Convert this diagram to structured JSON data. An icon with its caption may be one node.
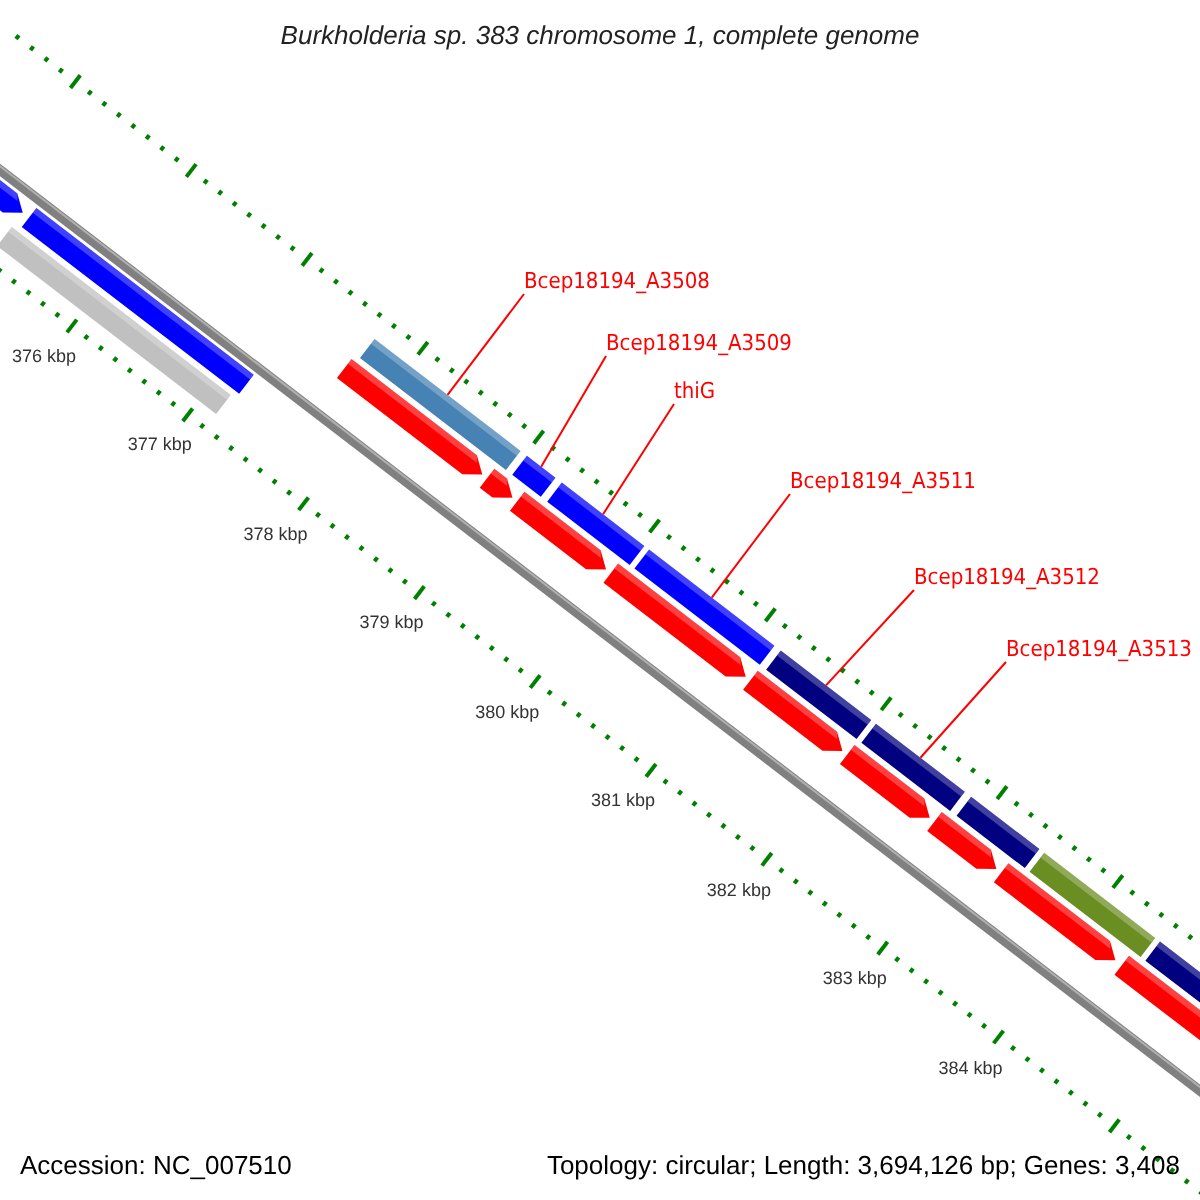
{
  "diagram": {
    "title": "Burkholderia sp. 383 chromosome 1, complete genome",
    "nodes": [
      {
        "text": [
          "Bcep18194_A3508"
        ]
      },
      {
        "text": [
          "Bcep18194_A3509"
        ]
      },
      {
        "text": [
          "thiG"
        ]
      },
      {
        "text": [
          "Bcep18194_A3511"
        ]
      },
      {
        "text": [
          "Bcep18194_A3512"
        ]
      },
      {
        "text": [
          "Bcep18194_A3513"
        ]
      },
      {
        "text": [],
        "shape": "pentagon"
      },
      {
        "text": [],
        "shape": "bar"
      },
      {
        "text": [],
        "shape": "bar"
      },
      {
        "text": [],
        "shape": "pentagon"
      },
      {
        "text": [],
        "shape": "bar"
      },
      {
        "text": [],
        "shape": "pentagon"
      },
      {
        "text": [],
        "shape": "bar"
      },
      {
        "text": [],
        "shape": "pentagon"
      },
      {
        "text": [],
        "shape": "bar"
      },
      {
        "text": [],
        "shape": "pentagon"
      },
      {
        "text": [],
        "shape": "bar"
      },
      {
        "text": [],
        "shape": "pentagon"
      },
      {
        "text": [],
        "shape": "bar"
      },
      {
        "text": [],
        "shape": "pentagon"
      },
      {
        "text": [],
        "shape": "bar"
      },
      {
        "text": [],
        "shape": "pentagon"
      },
      {
        "text": [],
        "shape": "bar"
      },
      {
        "text": [],
        "shape": "pentagon"
      },
      {
        "text": [],
        "shape": "bar"
      },
      {
        "text": [],
        "shape": "pentagon"
      },
      {
        "text": [],
        "shape": "bar"
      }
    ],
    "edges": [
      {
        "from": 0,
        "to": 10,
        "arrow": "none"
      },
      {
        "from": 1,
        "to": 12,
        "arrow": "none"
      },
      {
        "from": 2,
        "to": 14,
        "arrow": "none"
      },
      {
        "from": 3,
        "to": 16,
        "arrow": "none"
      },
      {
        "from": 4,
        "to": 18,
        "arrow": "none"
      },
      {
        "from": 5,
        "to": 20,
        "arrow": "none"
      }
    ],
    "labels": [
      "376 kbp",
      "377 kbp",
      "378 kbp",
      "379 kbp",
      "380 kbp",
      "381 kbp",
      "382 kbp",
      "383 kbp",
      "384 kbp",
      "Accession: NC_007510",
      "Topology: circular; Length: 3,694,126 bp; Genes: 3,408"
    ]
  }
}
